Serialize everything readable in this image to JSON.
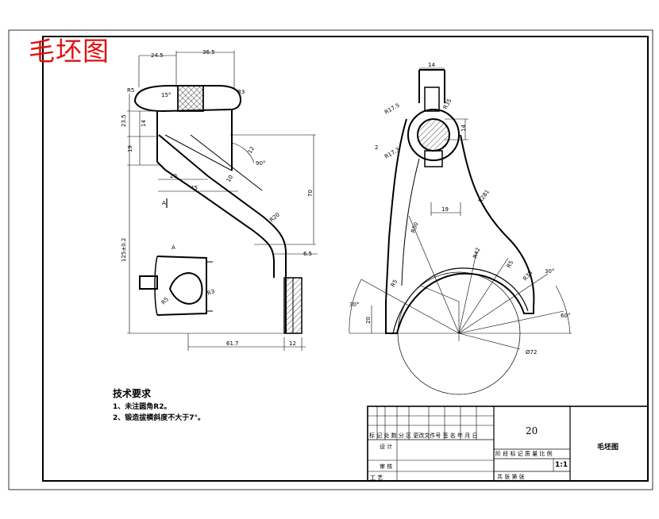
{
  "stamp": "毛坯图",
  "tech_req": {
    "title": "技术要求",
    "items": [
      "1、未注圆角R2。",
      "2、锻造拔模斜度不大于7°。"
    ]
  },
  "title_block": {
    "part_no": "20",
    "drawing_name": "毛坯图",
    "scale": "1:1",
    "rev_header": "标 记 处 数 分 区 更改文件号 签 名 年 月 日",
    "stage_header": "阶 段 标 记 质 量 比 例",
    "sheets": "共    张  第    张",
    "design_label": "设 计",
    "review_label": "审 核",
    "process_label": "工 艺"
  },
  "dimensions": {
    "top_24_5": "24.5",
    "top_36_5": "36.5",
    "r5_left": "R5",
    "ang_15": "15°",
    "r3_right": "R3",
    "v_23_5": "23.5",
    "v_14_left": "14",
    "v_19": "19",
    "ang_12": "12",
    "ang_90": "90°",
    "h_20": "20",
    "h_45": "45",
    "v_10": "10",
    "v_70": "70",
    "r20_arm": "R20",
    "v_125": "125±0.2",
    "v_6_5": "6.5",
    "h_61_7": "61.7",
    "h_12": "12",
    "view_a": "A",
    "view_a_arrow": "A",
    "r5_view": "R5",
    "r3_view": "R3",
    "top_14": "14",
    "r17_5": "R17.5",
    "r35_top": "R35",
    "v_2": "2",
    "r17_3": "R17.3",
    "v_14_right": "14",
    "r281": "R281",
    "h_19": "19",
    "r50": "R50",
    "r42": "R42",
    "r5_fork_l": "R5",
    "r5_fork_r": "R5",
    "r35_fork": "R35",
    "ang_30_l": "30°",
    "ang_30_r": "30°",
    "ang_60": "60°",
    "v_20_fork": "20",
    "d72": "Ø72"
  }
}
